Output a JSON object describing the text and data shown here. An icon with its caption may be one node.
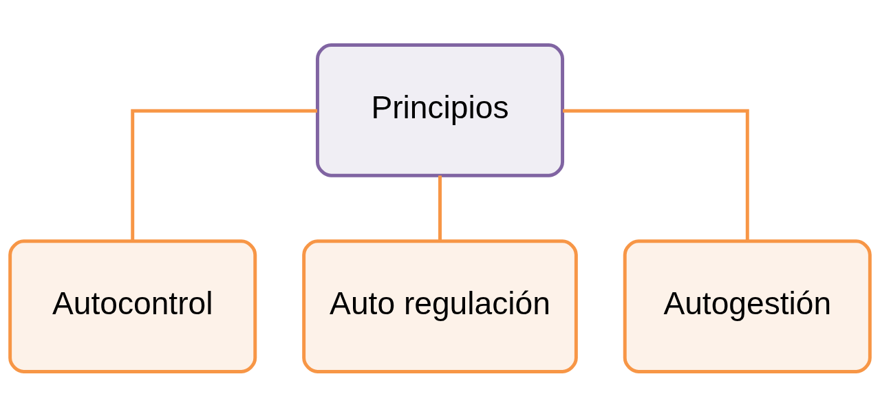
{
  "diagram": {
    "nodes": [
      {
        "text": [
          "Principios"
        ]
      },
      {
        "text": [
          "Autocontrol"
        ]
      },
      {
        "text": [
          "Auto regulación"
        ]
      },
      {
        "text": [
          "Autogestión"
        ]
      }
    ],
    "edges": [
      {
        "from": 0,
        "to": 1,
        "arrow": "none"
      },
      {
        "from": 0,
        "to": 2,
        "arrow": "none"
      },
      {
        "from": 0,
        "to": 3,
        "arrow": "none"
      }
    ]
  }
}
